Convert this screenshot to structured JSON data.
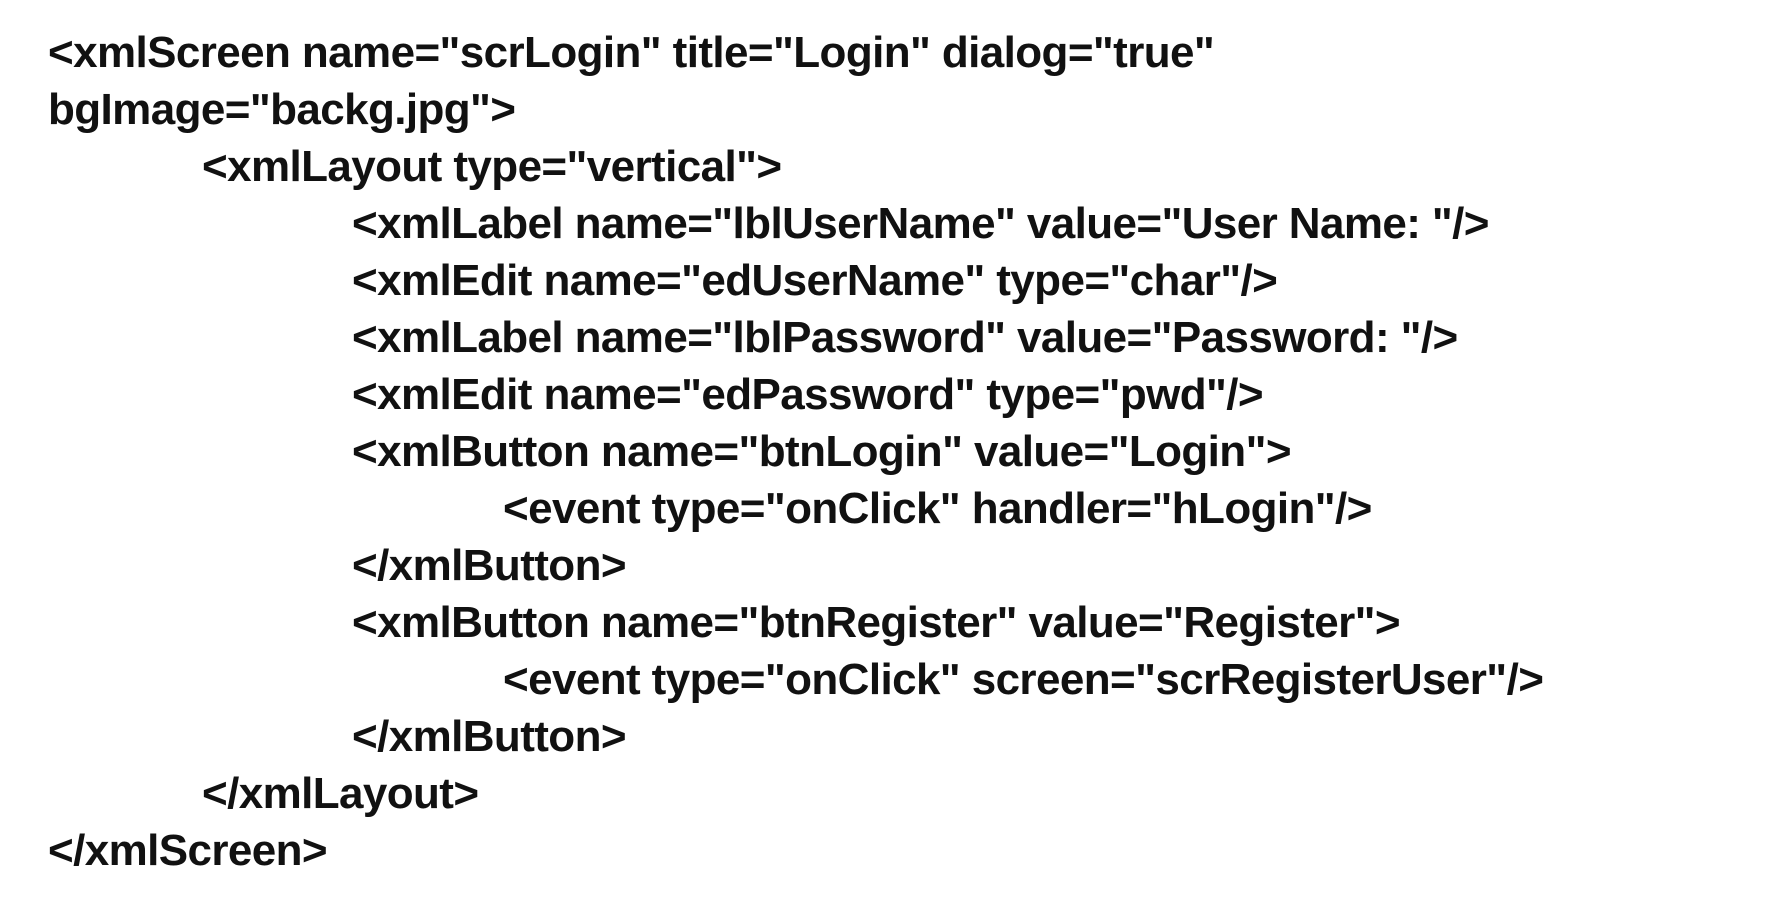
{
  "document": {
    "lines": [
      "<xmlScreen name=\"scrLogin\" title=\"Login\" dialog=\"true\"",
      "bgImage=\"backg.jpg\">",
      "<xmlLayout type=\"vertical\">",
      "<xmlLabel name=\"lblUserName\" value=\"User Name: \"/>",
      "<xmlEdit name=\"edUserName\" type=\"char\"/>",
      "<xmlLabel name=\"lblPassword\" value=\"Password: \"/>",
      "<xmlEdit name=\"edPassword\" type=\"pwd\"/>",
      "<xmlButton name=\"btnLogin\" value=\"Login\">",
      "<event type=\"onClick\" handler=\"hLogin\"/>",
      "</xmlButton>",
      "<xmlButton name=\"btnRegister\" value=\"Register\">",
      "<event type=\"onClick\" screen=\"scrRegisterUser\"/>",
      "</xmlButton>",
      "</xmlLayout>",
      "</xmlScreen>"
    ]
  }
}
